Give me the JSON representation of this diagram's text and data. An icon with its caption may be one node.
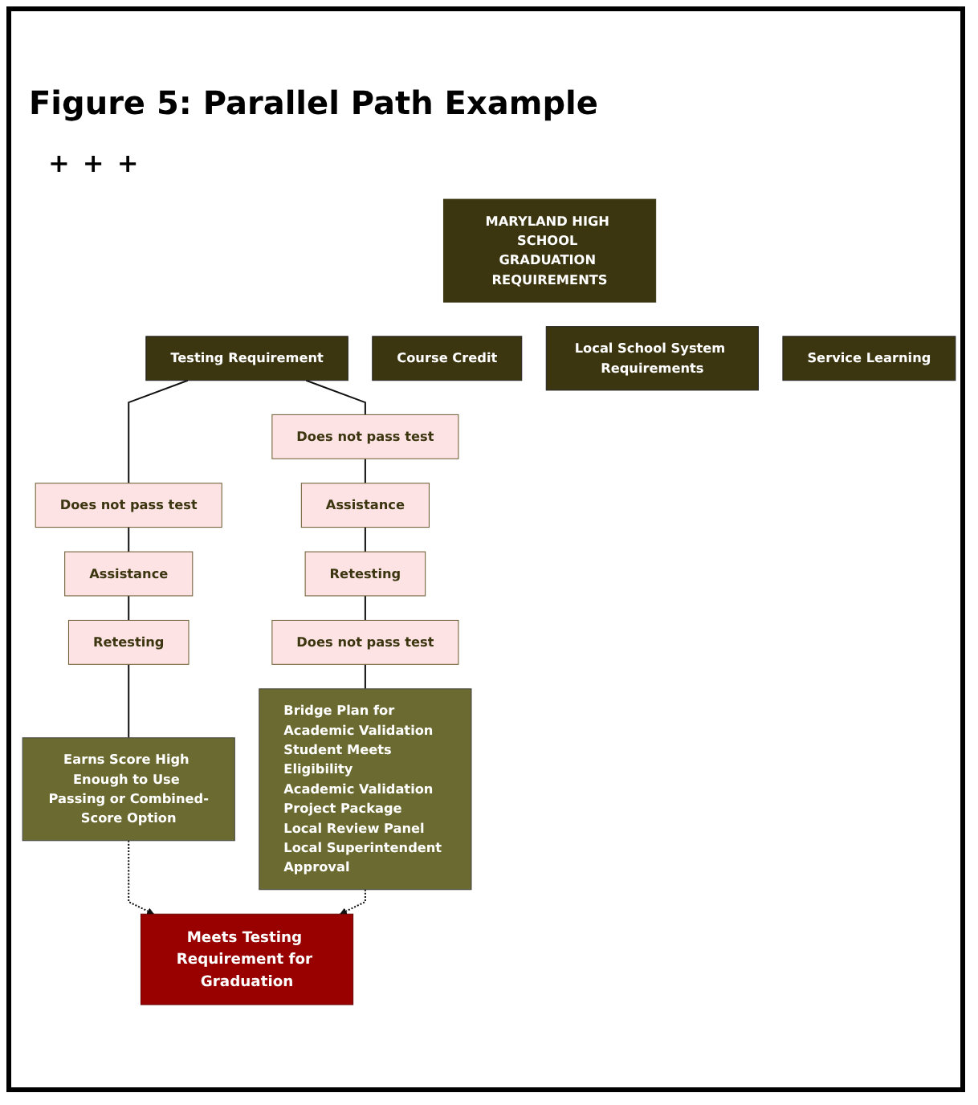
{
  "diagram": {
    "title": "Figure 5: Parallel Path Example",
    "nodes": [
      {
        "text": [
          "MARYLAND HIGH SCHOOL GRADUATION REQUIREMENTS"
        ]
      },
      {
        "text": [
          "Testing Requirement"
        ]
      },
      {
        "text": [
          "Course Credit"
        ]
      },
      {
        "text": [
          "Local School System Requirements"
        ]
      },
      {
        "text": [
          "Service Learning"
        ]
      },
      {
        "text": [
          "Does not pass test"
        ]
      },
      {
        "text": [
          "Assistance"
        ]
      },
      {
        "text": [
          "Retesting"
        ]
      },
      {
        "text": [
          "Does not pass test"
        ]
      },
      {
        "text": [
          "Does not pass test"
        ]
      },
      {
        "text": [
          "Assistance"
        ]
      },
      {
        "text": [
          "Retesting"
        ]
      },
      {
        "text": [
          "Earns Score High Enough to Use Passing or Combined-Score Option"
        ]
      },
      {
        "text": [
          "Bridge Plan for Academic Validation",
          "Student Meets Eligibility",
          "Academic Validation Project Package",
          "Local Review Panel",
          "Local Superintendent Approval"
        ]
      },
      {
        "text": [
          "Meets Testing Requirement for Graduation"
        ]
      }
    ],
    "edges": [
      {
        "from": 1,
        "to": 5,
        "arrow": "none"
      },
      {
        "from": 5,
        "to": 6,
        "arrow": "none"
      },
      {
        "from": 6,
        "to": 7,
        "arrow": "none"
      },
      {
        "from": 7,
        "to": 8,
        "arrow": "none"
      },
      {
        "from": 8,
        "to": 13,
        "arrow": "none"
      },
      {
        "from": 1,
        "to": 9,
        "arrow": "none"
      },
      {
        "from": 9,
        "to": 10,
        "arrow": "none"
      },
      {
        "from": 10,
        "to": 11,
        "arrow": "none"
      },
      {
        "from": 11,
        "to": 12,
        "arrow": "none"
      },
      {
        "from": 12,
        "to": 14,
        "arrow": "to",
        "style": "dashed"
      },
      {
        "from": 13,
        "to": 14,
        "arrow": "to",
        "style": "dashed"
      }
    ],
    "labels": [
      "+",
      "+",
      "+"
    ]
  }
}
